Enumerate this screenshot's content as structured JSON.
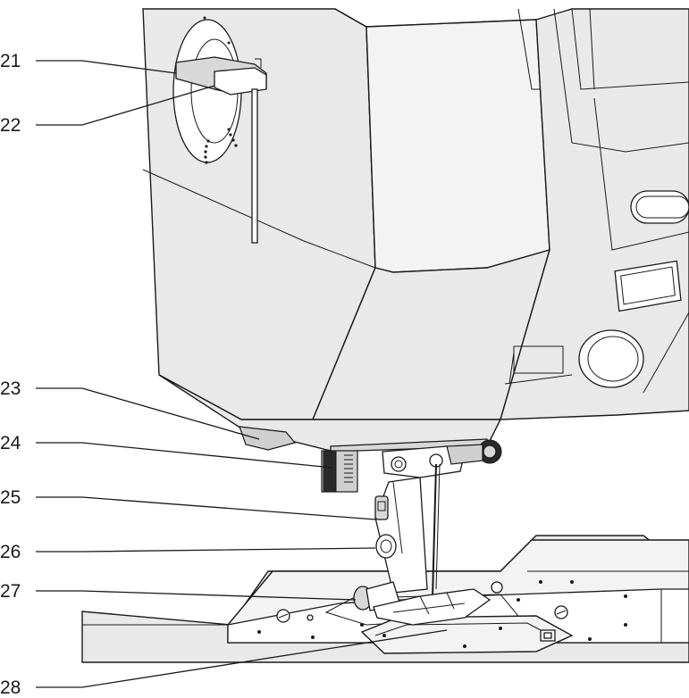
{
  "callouts": [
    {
      "id": "21",
      "label": "21"
    },
    {
      "id": "22",
      "label": "22"
    },
    {
      "id": "23",
      "label": "23"
    },
    {
      "id": "24",
      "label": "24"
    },
    {
      "id": "25",
      "label": "25"
    },
    {
      "id": "26",
      "label": "26"
    },
    {
      "id": "27",
      "label": "27"
    },
    {
      "id": "28",
      "label": "28"
    }
  ]
}
